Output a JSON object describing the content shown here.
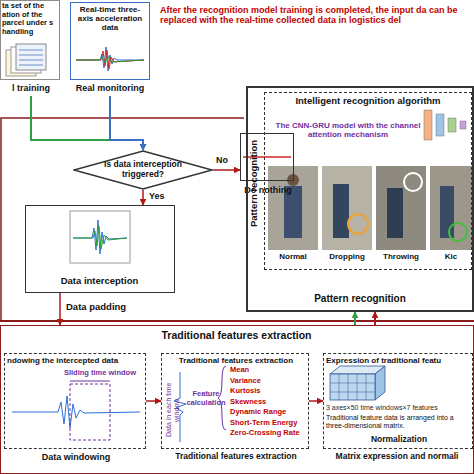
{
  "diagram": {
    "nodes": [
      {
        "text": [
          "ta set of the ation of the parcel under s handling",
          "l training"
        ]
      },
      {
        "text": [
          "Real-time three-axis acceleration data",
          "Real monitoring"
        ]
      },
      {
        "text": [
          "Is data interception triggered?"
        ]
      },
      {
        "text": [
          "Do nothing"
        ]
      },
      {
        "text": [
          "Data interception"
        ]
      },
      {
        "text": [
          "Pattern recognition",
          "Pattern recognition"
        ]
      },
      {
        "text": [
          "Intelligent recognition algorithm",
          "The CNN-GRU model with the channel attention mechanism"
        ],
        "in": 5
      },
      {
        "text": [
          "Traditional features extraction"
        ]
      },
      {
        "text": [
          "ndowing the intercepted data",
          "Sliding time window",
          "Data windowing"
        ],
        "in": 7
      },
      {
        "text": [
          "Traditional features extraction",
          "Data in each time window",
          "Feature calculation",
          "Mean",
          "Variance",
          "Kurtosis",
          "Skewness",
          "Dynamic Range",
          "Short-Term Energy",
          "Zero-Crossing Rate",
          "Traditional features extraction"
        ],
        "in": 7
      },
      {
        "text": [
          "Expression of traditional featu",
          "3 axes×50 time windows×7 features",
          "Traditional feature data is arranged into a three-dimensional matrix.",
          "Normalization",
          "Matrix expression and normali"
        ],
        "in": 7
      }
    ],
    "edges": [
      {
        "from": 0,
        "to": 2,
        "arrow": "to"
      },
      {
        "from": 1,
        "to": 2,
        "arrow": "to"
      },
      {
        "from": 2,
        "to": 3,
        "label": "No",
        "arrow": "to"
      },
      {
        "from": 2,
        "to": 4,
        "label": "Yes",
        "arrow": "to"
      },
      {
        "from": 4,
        "to": 7,
        "label": "Data padding",
        "arrow": "to"
      },
      {
        "from": 7,
        "to": 5,
        "arrow": "to"
      },
      {
        "from": 7,
        "to": 5,
        "arrow": "to"
      },
      {
        "from": 8,
        "to": 9,
        "arrow": "to"
      },
      {
        "from": 9,
        "to": 10,
        "arrow": "to"
      }
    ],
    "labels": [
      "After the recognition model training is completed, the input da can be replaced with the real-time collected data in logistics del",
      "Normal",
      "Dropping",
      "Throwing",
      "Kic"
    ]
  }
}
